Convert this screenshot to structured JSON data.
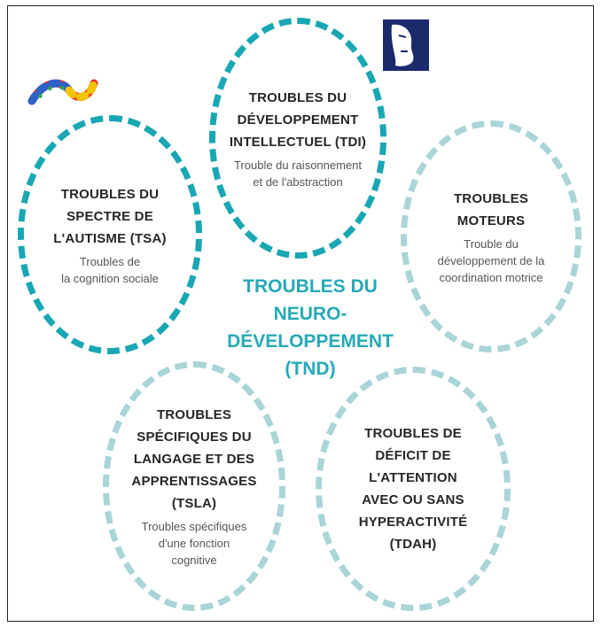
{
  "center": {
    "line1": "TROUBLES DU",
    "line2": "NEURO-",
    "line3": "DÉVELOPPEMENT",
    "line4": "(TND)"
  },
  "circles": [
    {
      "id": "tdi",
      "title_lines": [
        "TROUBLES DU",
        "DÉVELOPPEMENT",
        "INTELLECTUEL (TDI)"
      ],
      "sub_lines": [
        "Trouble du raisonnement",
        "et de l'abstraction"
      ]
    },
    {
      "id": "tsa",
      "title_lines": [
        "TROUBLES DU",
        "SPECTRE DE",
        "L'AUTISME (TSA)"
      ],
      "sub_lines": [
        "Troubles de",
        "la cognition sociale"
      ]
    },
    {
      "id": "moteurs",
      "title_lines": [
        "TROUBLES",
        "MOTEURS"
      ],
      "sub_lines": [
        "Trouble du",
        "développement de la",
        "coordination motrice"
      ]
    },
    {
      "id": "tsla",
      "title_lines": [
        "TROUBLES",
        "SPÉCIFIQUES DU",
        "LANGAGE ET DES",
        "APPRENTISSAGES",
        "(TSLA)"
      ],
      "sub_lines": [
        "Troubles spécifiques",
        "d'une fonction",
        "cognitive"
      ]
    },
    {
      "id": "tdah",
      "title_lines": [
        "TROUBLES DE",
        "DÉFICIT DE",
        "L'ATTENTION",
        "AVEC OU SANS",
        "HYPERACTIVITÉ",
        "(TDAH)"
      ],
      "sub_lines": []
    }
  ],
  "icons": {
    "ribbon": "autism-puzzle-ribbon-icon",
    "face": "face-profile-logo-icon"
  },
  "colors": {
    "accent": "#1aa7b4",
    "accent_light": "#a9d4d8",
    "title_text": "#262626",
    "sub_text": "#555555"
  }
}
